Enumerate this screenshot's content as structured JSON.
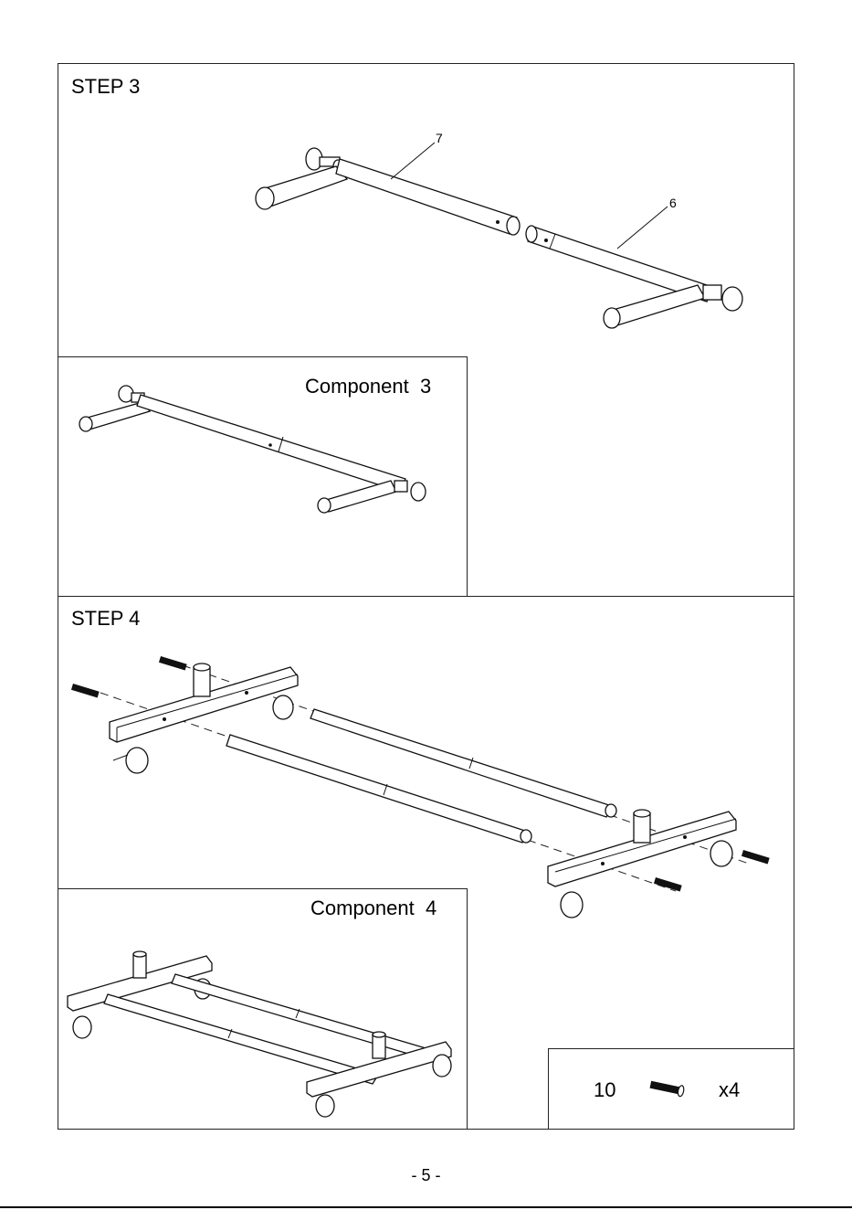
{
  "step3": {
    "title": "STEP 3",
    "callout_part7": "7",
    "callout_part6": "6",
    "component_label": "Component  3"
  },
  "step4": {
    "title": "STEP 4",
    "component_label": "Component  4"
  },
  "hardware": {
    "part_number": "10",
    "quantity": "x4",
    "icon": "screw-icon"
  },
  "page_number": "- 5 -"
}
